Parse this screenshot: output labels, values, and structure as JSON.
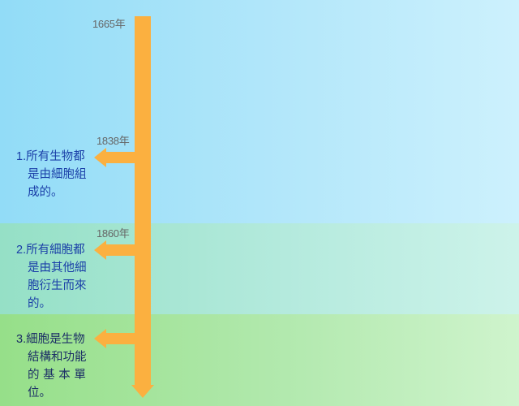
{
  "timeline": {
    "events": [
      {
        "year": "1665年"
      },
      {
        "year": "1838年",
        "number": "1.",
        "lines": [
          "所有生物都",
          "是由細胞組",
          "成的。"
        ]
      },
      {
        "year": "1860年",
        "number": "2.",
        "lines": [
          "所有細胞都",
          "是由其他細",
          "胞衍生而來",
          "的。"
        ]
      },
      {
        "year": "",
        "number": "3.",
        "lines": [
          "細胞是生物",
          "結構和功能",
          "的 基 本 單",
          "位。"
        ]
      }
    ]
  },
  "colors": {
    "arrow": "#fbb040",
    "text": "#1a3fa8",
    "year": "#666666"
  }
}
